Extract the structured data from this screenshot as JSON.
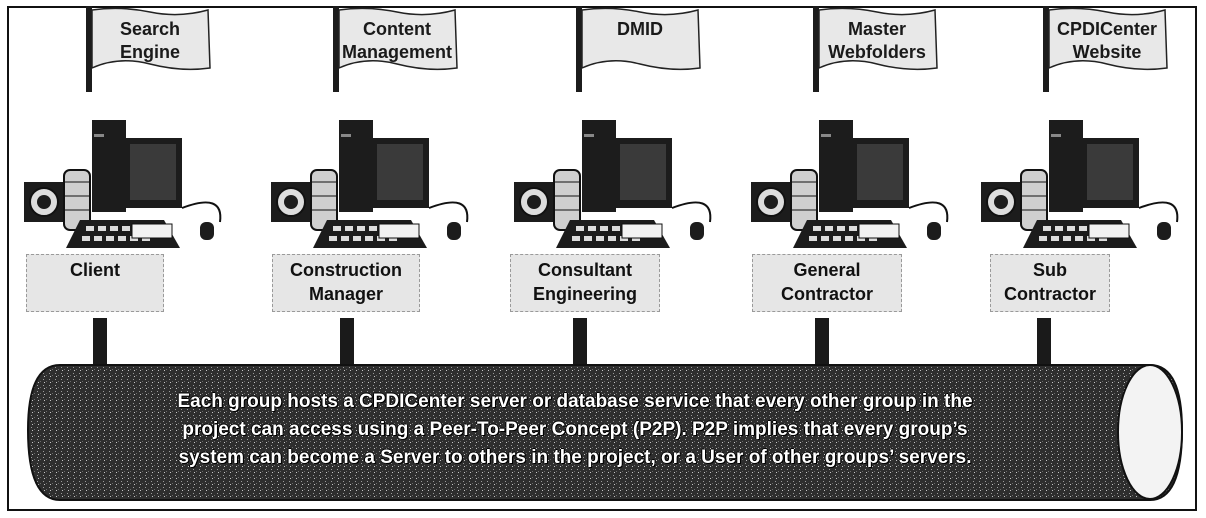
{
  "nodes": [
    {
      "flag": [
        "Search",
        "Engine"
      ],
      "group": [
        "Client"
      ]
    },
    {
      "flag": [
        "Content",
        "Management"
      ],
      "group": [
        "Construction",
        "Manager"
      ]
    },
    {
      "flag": [
        "DMID"
      ],
      "group": [
        "Consultant",
        "Engineering"
      ]
    },
    {
      "flag": [
        "Master",
        "Webfolders"
      ],
      "group": [
        "General",
        "Contractor"
      ]
    },
    {
      "flag": [
        "CPDICenter",
        "Website"
      ],
      "group": [
        "Sub",
        "Contractor"
      ]
    }
  ],
  "pipe_text": [
    "Each group hosts a CPDICenter server or database service that every other group in the",
    "project can access using a Peer-To-Peer Concept (P2P).  P2P implies that every group’s",
    "system can become a Server to others in the project, or a User of other groups’ servers."
  ],
  "colors": {
    "flag_fill": "#e8e8e8",
    "label_fill": "#e6e6e6",
    "pipe_fill": "#3a3a3a",
    "pipe_text": "#ffffff",
    "equipment": "#1c1c1c"
  },
  "icons": [
    "flag-icon",
    "computer-workstation-icon",
    "network-pipe-icon"
  ]
}
